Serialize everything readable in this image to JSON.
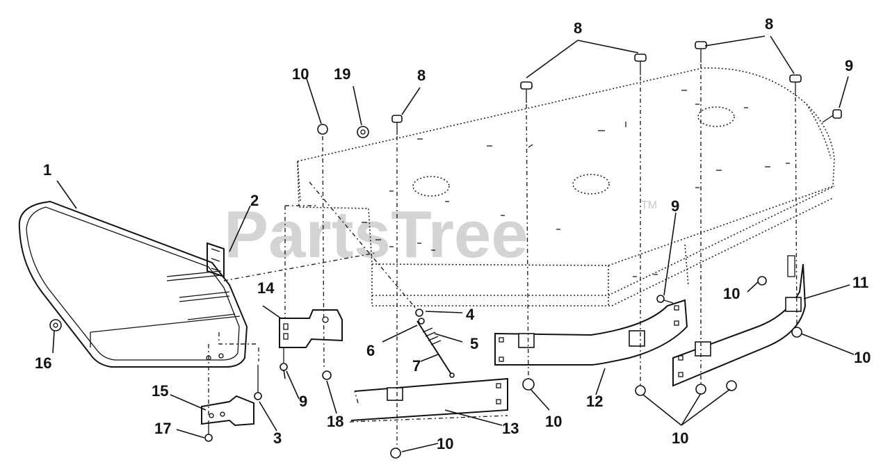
{
  "watermark": {
    "brand": "PartsTree",
    "trademark": "TM"
  },
  "callouts": [
    {
      "id": "c1",
      "label": "1"
    },
    {
      "id": "c2",
      "label": "2"
    },
    {
      "id": "c3",
      "label": "3"
    },
    {
      "id": "c4",
      "label": "4"
    },
    {
      "id": "c5",
      "label": "5"
    },
    {
      "id": "c6",
      "label": "6"
    },
    {
      "id": "c7",
      "label": "7"
    },
    {
      "id": "c8a",
      "label": "8"
    },
    {
      "id": "c8b",
      "label": "8"
    },
    {
      "id": "c8c",
      "label": "8"
    },
    {
      "id": "c9a",
      "label": "9"
    },
    {
      "id": "c9b",
      "label": "9"
    },
    {
      "id": "c9c",
      "label": "9"
    },
    {
      "id": "c10a",
      "label": "10"
    },
    {
      "id": "c10b",
      "label": "10"
    },
    {
      "id": "c10c",
      "label": "10"
    },
    {
      "id": "c10d",
      "label": "10"
    },
    {
      "id": "c10e",
      "label": "10"
    },
    {
      "id": "c10f",
      "label": "10"
    },
    {
      "id": "c11",
      "label": "11"
    },
    {
      "id": "c12",
      "label": "12"
    },
    {
      "id": "c13",
      "label": "13"
    },
    {
      "id": "c14",
      "label": "14"
    },
    {
      "id": "c15",
      "label": "15"
    },
    {
      "id": "c16",
      "label": "16"
    },
    {
      "id": "c17",
      "label": "17"
    },
    {
      "id": "c18",
      "label": "18"
    },
    {
      "id": "c19",
      "label": "19"
    }
  ]
}
